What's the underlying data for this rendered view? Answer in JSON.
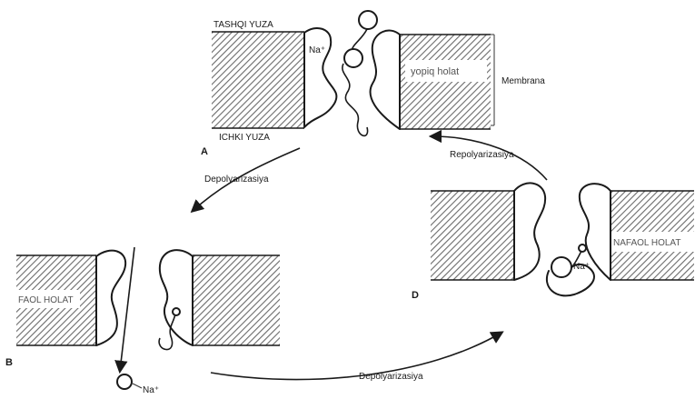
{
  "labels": {
    "outer_surface": "TASHQI YUZA",
    "inner_surface": "ICHKI YUZA",
    "membrane": "Membrana",
    "closed_state": "yopiq holat",
    "open_state": "FAOL HOLAT",
    "inactive_state": "NAFAOL HOLAT",
    "ion": "Na⁺",
    "panel_a": "A",
    "panel_b": "B",
    "panel_d": "D",
    "arrow_depol_1": "Depolyarizasiya",
    "arrow_depol_2": "Depolyarizasiya",
    "arrow_repol": "Repolyarizasiya"
  },
  "colors": {
    "stroke": "#1a1a1a",
    "hatch": "#6b6b6b",
    "background": "#ffffff"
  }
}
